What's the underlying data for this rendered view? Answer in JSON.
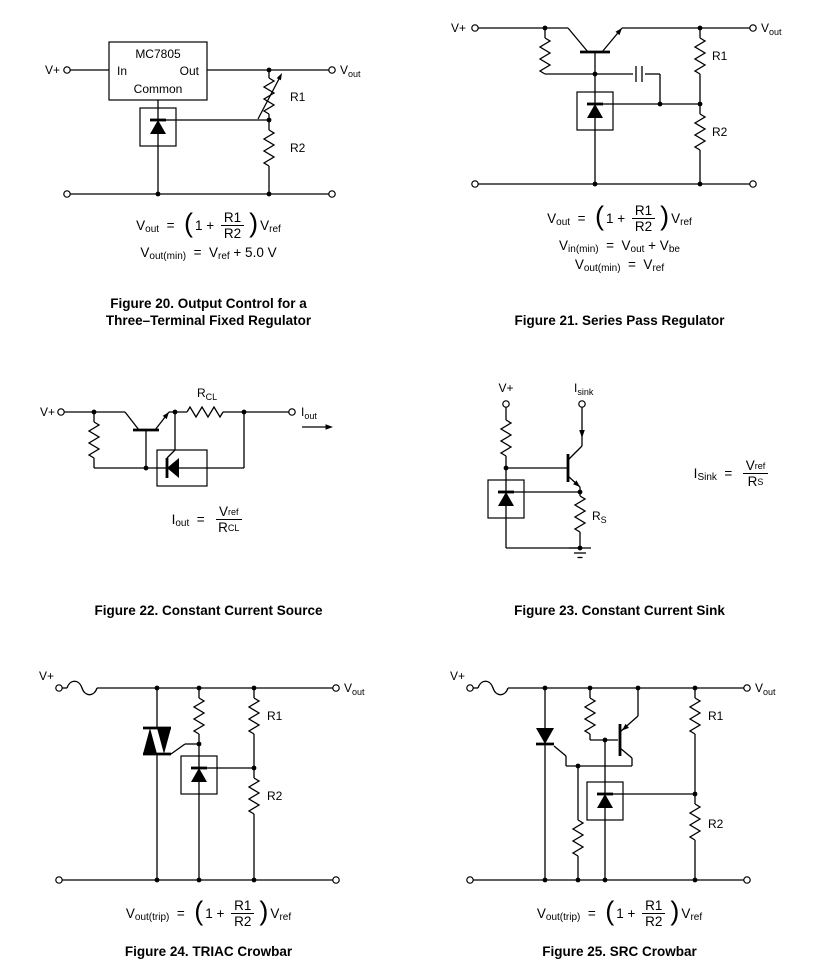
{
  "page": {
    "background": "#ffffff",
    "ink": "#000000"
  },
  "figures": {
    "fig20": {
      "caption_lines": [
        "Figure 20. Output Control for a",
        "Three–Terminal Fixed Regulator"
      ],
      "labels": {
        "vplus": "V+",
        "vout": {
          "v": "V",
          "s": "out"
        },
        "r1": "R1",
        "r2": "R2",
        "reg": {
          "name": "MC7805",
          "pin_in": "In",
          "pin_out": "Out",
          "pin_common": "Common"
        }
      },
      "equations": [
        [
          {
            "t": "x",
            "v": "V"
          },
          {
            "t": "s",
            "v": "out"
          },
          {
            "t": "x",
            "v": "  =  "
          },
          {
            "t": "p",
            "v": "("
          },
          {
            "t": "x",
            "v": "1 + "
          },
          {
            "t": "f",
            "n": [
              {
                "t": "x",
                "v": "R1"
              }
            ],
            "d": [
              {
                "t": "x",
                "v": "R2"
              }
            ]
          },
          {
            "t": "p",
            "v": ")"
          },
          {
            "t": "x",
            "v": "V"
          },
          {
            "t": "s",
            "v": "ref"
          }
        ],
        [
          {
            "t": "x",
            "v": "V"
          },
          {
            "t": "s",
            "v": "out(min)"
          },
          {
            "t": "x",
            "v": "  =  V"
          },
          {
            "t": "s",
            "v": "ref"
          },
          {
            "t": "x",
            "v": " + 5.0 V"
          }
        ]
      ]
    },
    "fig21": {
      "caption_lines": [
        "Figure 21. Series Pass Regulator"
      ],
      "labels": {
        "vplus": "V+",
        "vout": {
          "v": "V",
          "s": "out"
        },
        "r1": "R1",
        "r2": "R2"
      },
      "equations": [
        [
          {
            "t": "x",
            "v": "V"
          },
          {
            "t": "s",
            "v": "out"
          },
          {
            "t": "x",
            "v": "  =  "
          },
          {
            "t": "p",
            "v": "("
          },
          {
            "t": "x",
            "v": "1 + "
          },
          {
            "t": "f",
            "n": [
              {
                "t": "x",
                "v": "R1"
              }
            ],
            "d": [
              {
                "t": "x",
                "v": "R2"
              }
            ]
          },
          {
            "t": "p",
            "v": ")"
          },
          {
            "t": "x",
            "v": "V"
          },
          {
            "t": "s",
            "v": "ref"
          }
        ],
        [
          {
            "t": "x",
            "v": "V"
          },
          {
            "t": "s",
            "v": "in(min)"
          },
          {
            "t": "x",
            "v": "  =  V"
          },
          {
            "t": "s",
            "v": "out"
          },
          {
            "t": "x",
            "v": " + V"
          },
          {
            "t": "s",
            "v": "be"
          }
        ],
        [
          {
            "t": "x",
            "v": "V"
          },
          {
            "t": "s",
            "v": "out(min)"
          },
          {
            "t": "x",
            "v": "  =  V"
          },
          {
            "t": "s",
            "v": "ref"
          }
        ]
      ]
    },
    "fig22": {
      "caption_lines": [
        "Figure 22. Constant Current Source"
      ],
      "labels": {
        "vplus": "V+",
        "iout": {
          "v": "I",
          "s": "out"
        },
        "rcl": {
          "v": "R",
          "s": "CL"
        }
      },
      "equations": [
        [
          {
            "t": "x",
            "v": "I"
          },
          {
            "t": "s",
            "v": "out"
          },
          {
            "t": "x",
            "v": "  =  "
          },
          {
            "t": "f",
            "n": [
              {
                "t": "x",
                "v": "V"
              },
              {
                "t": "s",
                "v": "ref"
              }
            ],
            "d": [
              {
                "t": "x",
                "v": "R"
              },
              {
                "t": "s",
                "v": "CL"
              }
            ]
          }
        ]
      ]
    },
    "fig23": {
      "caption_lines": [
        "Figure 23. Constant Current Sink"
      ],
      "labels": {
        "vplus": "V+",
        "isink": {
          "v": "I",
          "s": "sink"
        },
        "rs": {
          "v": "R",
          "s": "S"
        }
      },
      "equations": [
        [
          {
            "t": "x",
            "v": "I"
          },
          {
            "t": "s",
            "v": "Sink"
          },
          {
            "t": "x",
            "v": "  =  "
          },
          {
            "t": "f",
            "n": [
              {
                "t": "x",
                "v": "V"
              },
              {
                "t": "s",
                "v": "ref"
              }
            ],
            "d": [
              {
                "t": "x",
                "v": "R"
              },
              {
                "t": "s",
                "v": "S"
              }
            ]
          }
        ]
      ]
    },
    "fig24": {
      "caption_lines": [
        "Figure 24. TRIAC Crowbar"
      ],
      "labels": {
        "vplus": "V+",
        "vout": {
          "v": "V",
          "s": "out"
        },
        "r1": "R1",
        "r2": "R2"
      },
      "equations": [
        [
          {
            "t": "x",
            "v": "V"
          },
          {
            "t": "s",
            "v": "out(trip)"
          },
          {
            "t": "x",
            "v": "  =  "
          },
          {
            "t": "p",
            "v": "("
          },
          {
            "t": "x",
            "v": "1 + "
          },
          {
            "t": "f",
            "n": [
              {
                "t": "x",
                "v": "R1"
              }
            ],
            "d": [
              {
                "t": "x",
                "v": "R2"
              }
            ]
          },
          {
            "t": "p",
            "v": ")"
          },
          {
            "t": "x",
            "v": "V"
          },
          {
            "t": "s",
            "v": "ref"
          }
        ]
      ]
    },
    "fig25": {
      "caption_lines": [
        "Figure 25. SRC Crowbar"
      ],
      "labels": {
        "vplus": "V+",
        "vout": {
          "v": "V",
          "s": "out"
        },
        "r1": "R1",
        "r2": "R2"
      },
      "equations": [
        [
          {
            "t": "x",
            "v": "V"
          },
          {
            "t": "s",
            "v": "out(trip)"
          },
          {
            "t": "x",
            "v": "  =  "
          },
          {
            "t": "p",
            "v": "("
          },
          {
            "t": "x",
            "v": "1 + "
          },
          {
            "t": "f",
            "n": [
              {
                "t": "x",
                "v": "R1"
              }
            ],
            "d": [
              {
                "t": "x",
                "v": "R2"
              }
            ]
          },
          {
            "t": "p",
            "v": ")"
          },
          {
            "t": "x",
            "v": "V"
          },
          {
            "t": "s",
            "v": "ref"
          }
        ]
      ]
    }
  }
}
